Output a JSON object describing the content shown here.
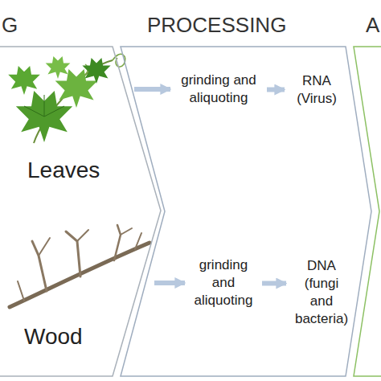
{
  "diagram": {
    "nodes": [
      {
        "text": [
          "G"
        ]
      },
      {
        "text": [
          "Leaves"
        ],
        "in": 0
      },
      {
        "text": [
          "Wood"
        ],
        "in": 0
      },
      {
        "text": [
          "PROCESSING"
        ]
      },
      {
        "text": [
          "grinding and aliquoting"
        ],
        "in": 3
      },
      {
        "text": [
          "RNA (Virus)"
        ],
        "in": 3
      },
      {
        "text": [
          "grinding and aliquoting"
        ],
        "in": 3
      },
      {
        "text": [
          "DNA (fungi and bacteria)"
        ],
        "in": 3
      },
      {
        "text": [
          "A"
        ]
      }
    ],
    "edges": [
      {
        "from": 1,
        "to": 4,
        "arrow": "to"
      },
      {
        "from": 4,
        "to": 5,
        "arrow": "to"
      },
      {
        "from": 2,
        "to": 6,
        "arrow": "to"
      },
      {
        "from": 6,
        "to": 7,
        "arrow": "to"
      }
    ]
  }
}
